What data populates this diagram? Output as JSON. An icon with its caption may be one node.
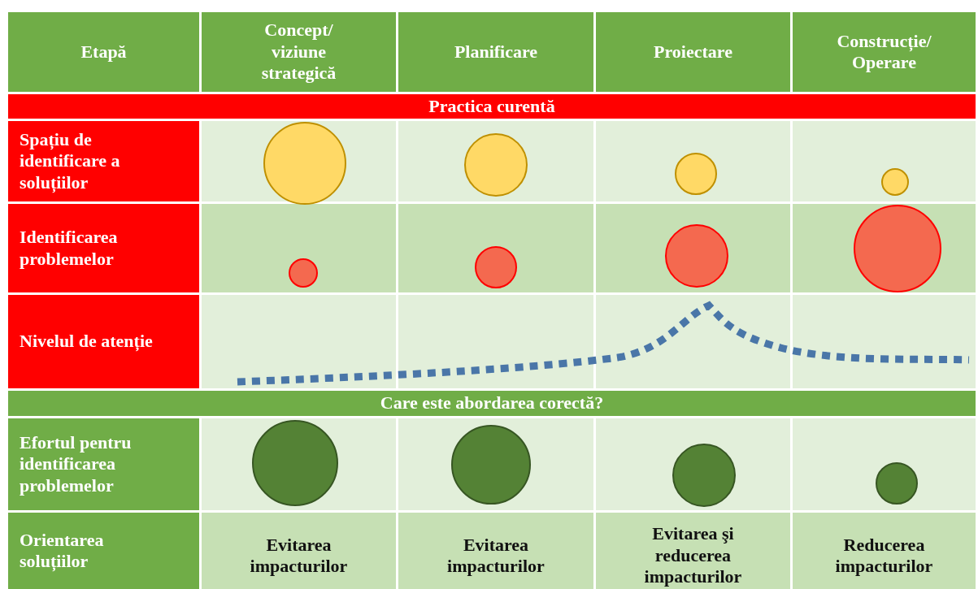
{
  "diagram": {
    "labels": [
      "Etapă",
      "Concept/ viziune strategică",
      "Planificare",
      "Proiectare",
      "Construcție/ Operare",
      "Practica curentă",
      "Spațiu de identificare a soluțiilor",
      "Identificarea problemelor",
      "Nivelul de atenție",
      "Care este abordarea corectă?",
      "Efortul pentru identificarea problemelor",
      "Orientarea soluțiilor",
      "Evitarea impacturilor",
      "Evitarea impacturilor",
      "Evitarea şi reducerea impacturilor",
      "Reducerea impacturilor"
    ]
  }
}
